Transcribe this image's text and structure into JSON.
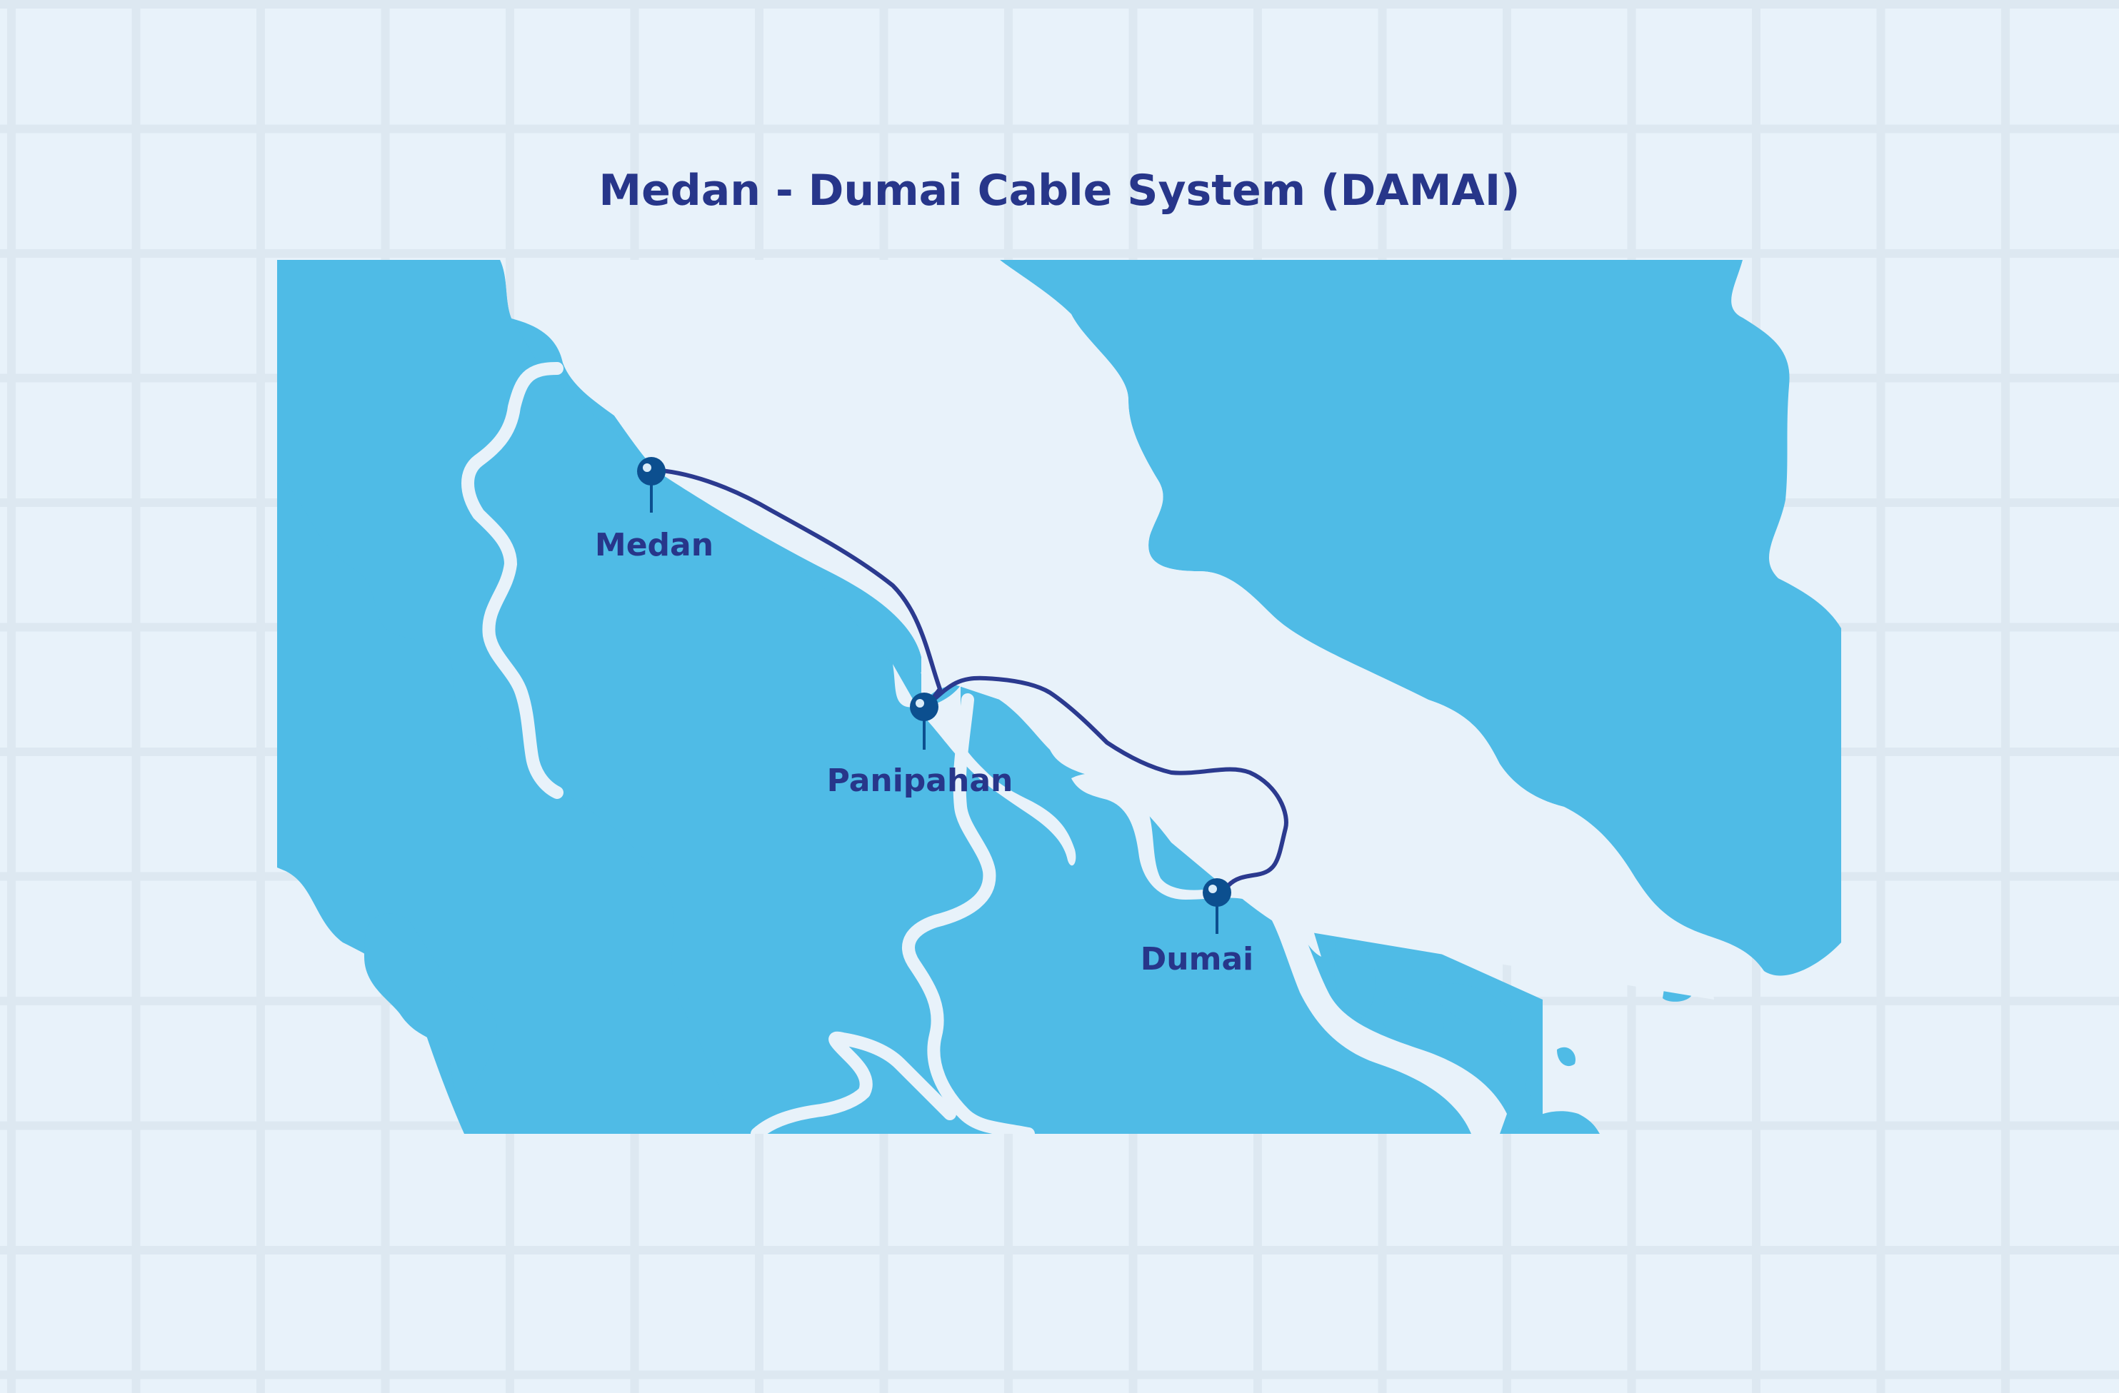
{
  "map": {
    "title": "Medan - Dumai Cable System (DAMAI)",
    "landing_points": [
      {
        "id": "medan",
        "label": "Medan"
      },
      {
        "id": "panipahan",
        "label": "Panipahan"
      },
      {
        "id": "dumai",
        "label": "Dumai"
      }
    ],
    "colors": {
      "background": "#e8f2fa",
      "grid": "#dbe6ef",
      "land": "#4fbbe6",
      "river": "#e8f2fa",
      "cable": "#2b3a8f",
      "marker": "#0c4f8f",
      "label": "#27368a"
    }
  }
}
